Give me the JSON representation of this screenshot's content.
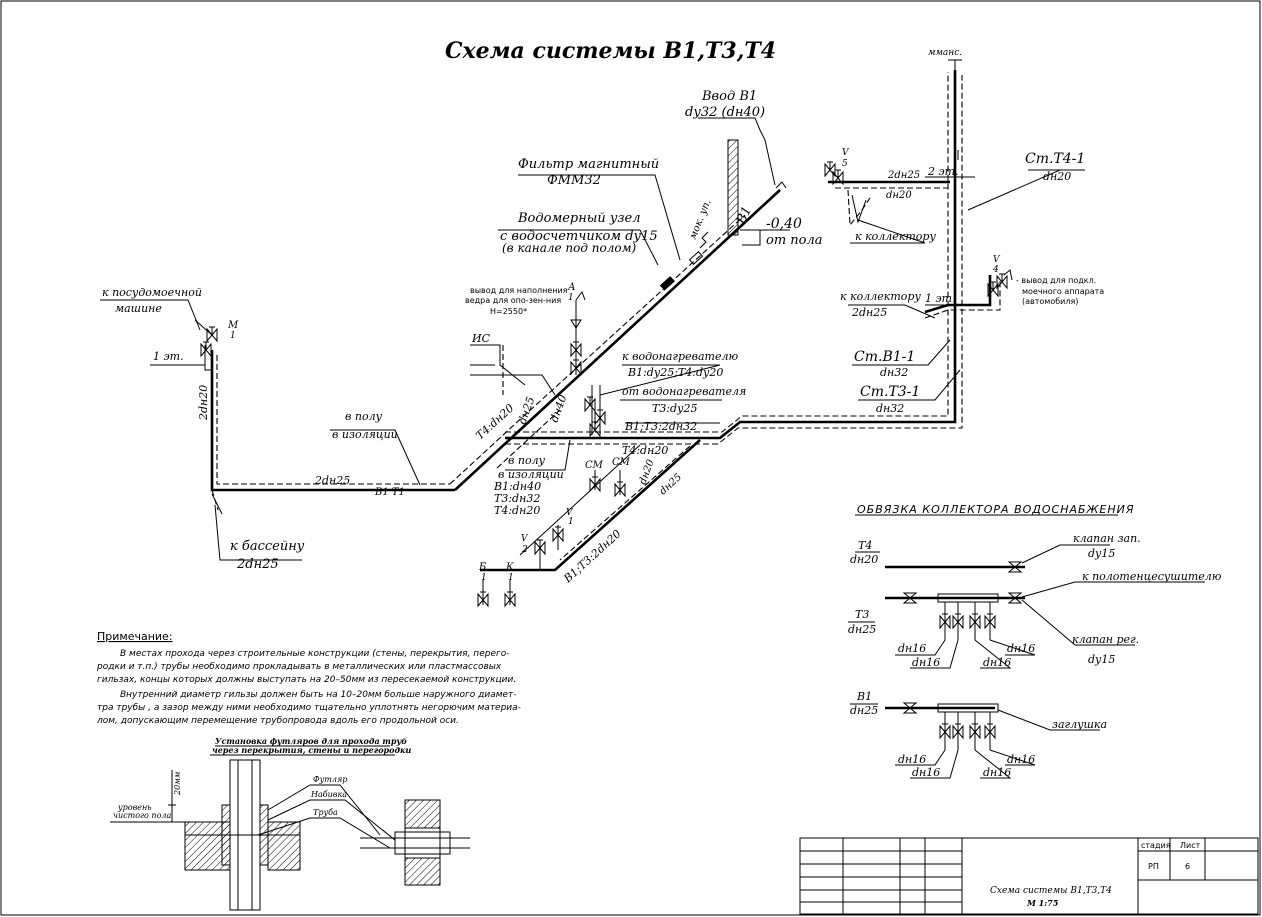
{
  "title": "Схема системы В1,Т3,Т4",
  "labels": {
    "vvod_1": "Ввод В1",
    "vvod_2": "dу32 (dн40)",
    "filter_1": "Фильтр магнитный",
    "filter_2": "ФММ32",
    "vodomer_1": "Водомерный узел",
    "vodomer_2": "с водосчетчиком dу15",
    "vodomer_3": "(в канале под полом)",
    "lvl_1": "-0,40",
    "lvl_2": "от пола",
    "mok_up": "мок. уп.",
    "b1_mark": "В1",
    "posuda_1": "к посудомоечной",
    "posuda_2": "машине",
    "floor1_left": "1 эт.",
    "dn20_vert": "2dн20",
    "v_polu_1": "в полу",
    "v_polu_2": "в изоляции",
    "dn25_horiz": "2dн25",
    "b1_t1": "В1   Т1",
    "bassein_1": "к бассейну",
    "bassein_2": "2dн25",
    "vyvod_1": "вывод для наполнения",
    "vyvod_2": "ведра для опо-зен-ния",
    "vyvod_3": "H=2550*",
    "a_mark": "А",
    "one_a": "1",
    "ic_mark": "ИС",
    "t4dn20_diag": "Т4:dн20",
    "dn25_diag": "dн25",
    "dn40_diag": "dн40",
    "vodonagr_1": "к водонагревателю",
    "vodonagr_2": "В1:dу25;Т4:dу20",
    "vodonagr_3": "от водонагревателя",
    "vodonagr_4": "Т3:dу25",
    "b1t3_dn32": "В1;Т3:2dн32",
    "t4dn20_h": "Т4:dн20",
    "v_polu2_1": "в полу",
    "v_polu2_2": "в изоляции",
    "spec_1": "В1:dн40",
    "spec_2": "Т3:dн32",
    "spec_3": "Т4:dн20",
    "cm1": "СМ",
    "cm2": "СМ",
    "dn20_diag2": "dн20",
    "dn25_diag2": "dн25",
    "v_mark_1": "V",
    "v_num_1": "1",
    "v_mark_2": "V",
    "v_num_2": "2",
    "b1t3_2dn20": "В1;Т3:2dн20",
    "b_mark": "Б",
    "b_num": "1",
    "k_mark": "К",
    "k_num": "1",
    "mm_mark": "М",
    "mm_num": "1",
    "mans": "мманс.",
    "v5_mark": "V",
    "v5_num": "5",
    "fl2_dn25": "2dн25",
    "fl2": "2 эт.",
    "fl2_dn20": "dн20",
    "k_koll_1": "к коллектору",
    "st_t41": "Ст.Т4-1",
    "st_t41_dn": "dн20",
    "v4_mark": "V",
    "v4_num": "4",
    "vyvod_car_1": "- вывод для подкл.",
    "vyvod_car_2": "моечного аппарата",
    "vyvod_car_3": "(автомобиля)",
    "k_koll_2": "к коллектору",
    "fl1_right": "1 эт.",
    "koll_dn25": "2dн25",
    "st_b11": "Ст.В1-1",
    "st_b11_dn": "dн32",
    "st_t31": "Ст.Т3-1",
    "st_t31_dn": "dн32",
    "koll_title": "ОБВЯЗКА КОЛЛЕКТОРА ВОДОСНАБЖЕНИЯ",
    "t4": "Т4",
    "t4_dn": "dн20",
    "klapan_zap_1": "клапан зап.",
    "klapan_zap_2": "dу15",
    "k_polot": "к полотенцесушителю",
    "t3": "Т3",
    "t3_dn": "dн25",
    "klapan_reg_1": "клапан рег.",
    "klapan_reg_2": "dу15",
    "dn16": "dн16",
    "b1": "В1",
    "b1_dn": "dн25",
    "zaglushka": "заглушка",
    "note_title": "Примечание:",
    "note_1": "В местах прохода через строительные конструкции (стены, перекрытия, перего-",
    "note_2": "родки и т.п.) трубы необходимо прокладывать в металлических или пластмассовых",
    "note_3": "гильзах, концы которых должны выступать на 20–50мм из пересекаемой конструкции.",
    "note_4": "Внутренний диаметр гильзы должен быть на 10–20мм больше наружного диамет-",
    "note_5": "тра трубы , а зазор между ними необходимо тщательно уплотнять негорючим материа-",
    "note_6": "лом, допускающим перемещение трубопровода вдоль его продольной оси.",
    "detail_title_1": "Установка футляров для прохода труб",
    "detail_title_2": "через перекрытия, стены и перегородки",
    "detail_20mm": "20мм",
    "detail_uroven_1": "уровень",
    "detail_uroven_2": "чистого пола",
    "detail_futlyar": "Футляр",
    "detail_nabivka": "Набивка",
    "detail_truba": "Труба",
    "stamp_stadiya": "стадия",
    "stamp_list": "Лист",
    "stamp_rp": "РП",
    "stamp_num": "6",
    "stamp_title": "Схема системы В1,Т3,Т4",
    "stamp_scale": "М 1:75"
  }
}
